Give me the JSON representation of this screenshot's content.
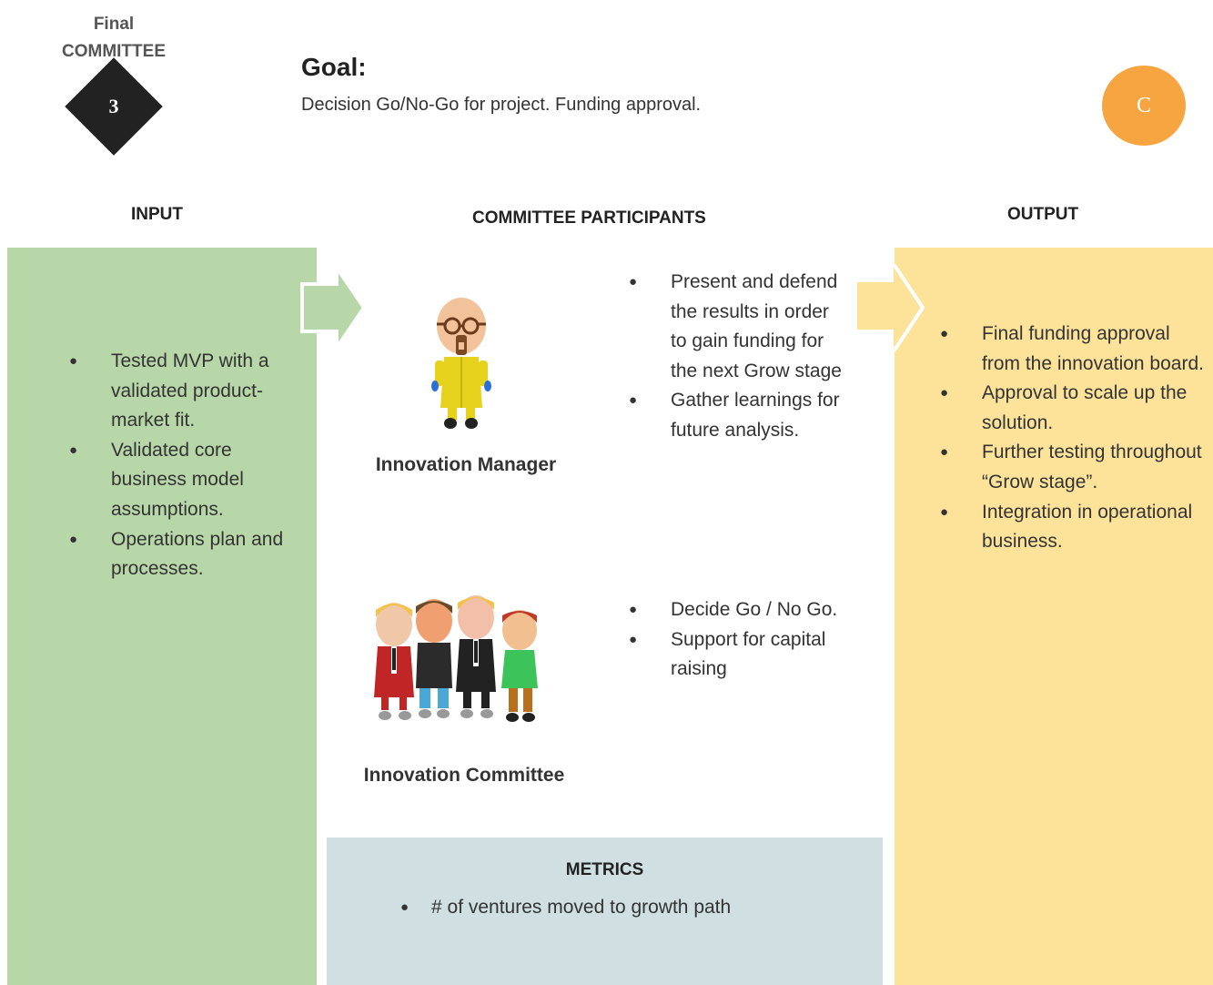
{
  "header": {
    "committee_label_line1": "Final",
    "committee_label_line2": "COMMITTEE",
    "step_number": "3",
    "goal_title": "Goal:",
    "goal_text": "Decision Go/No-Go for project. Funding approval.",
    "badge_letter": "C"
  },
  "columns": {
    "input_heading": "INPUT",
    "participants_heading": "COMMITTEE PARTICIPANTS",
    "output_heading": "OUTPUT"
  },
  "input": {
    "items": [
      "Tested MVP with a validated product-market fit.",
      "Validated core business model assumptions.",
      "Operations plan and processes."
    ]
  },
  "participants": {
    "manager": {
      "label": "Innovation Manager",
      "items": [
        "Present and defend the results in order to gain funding for the next Grow stage",
        "Gather learnings for future analysis."
      ]
    },
    "committee": {
      "label": "Innovation Committee",
      "items": [
        "Decide Go / No Go.",
        "Support for capital raising"
      ]
    }
  },
  "output": {
    "items": [
      "Final funding approval from the innovation board.",
      "Approval to scale up the solution.",
      "Further testing throughout “Grow stage”.",
      "Integration in operational business."
    ]
  },
  "metrics": {
    "title": "METRICS",
    "items": [
      "# of ventures moved to growth path"
    ]
  },
  "colors": {
    "input_panel": "#b7d7a8",
    "output_panel": "#fde39a",
    "metrics_panel": "#d0e0e2",
    "badge": "#f7a540",
    "diamond": "#222222"
  },
  "icons": {
    "manager": "bald-man-yellow-suit-icon",
    "committee": "group-of-four-people-icon",
    "input_arrow": "right-arrow-icon",
    "output_arrow": "right-arrow-icon"
  }
}
